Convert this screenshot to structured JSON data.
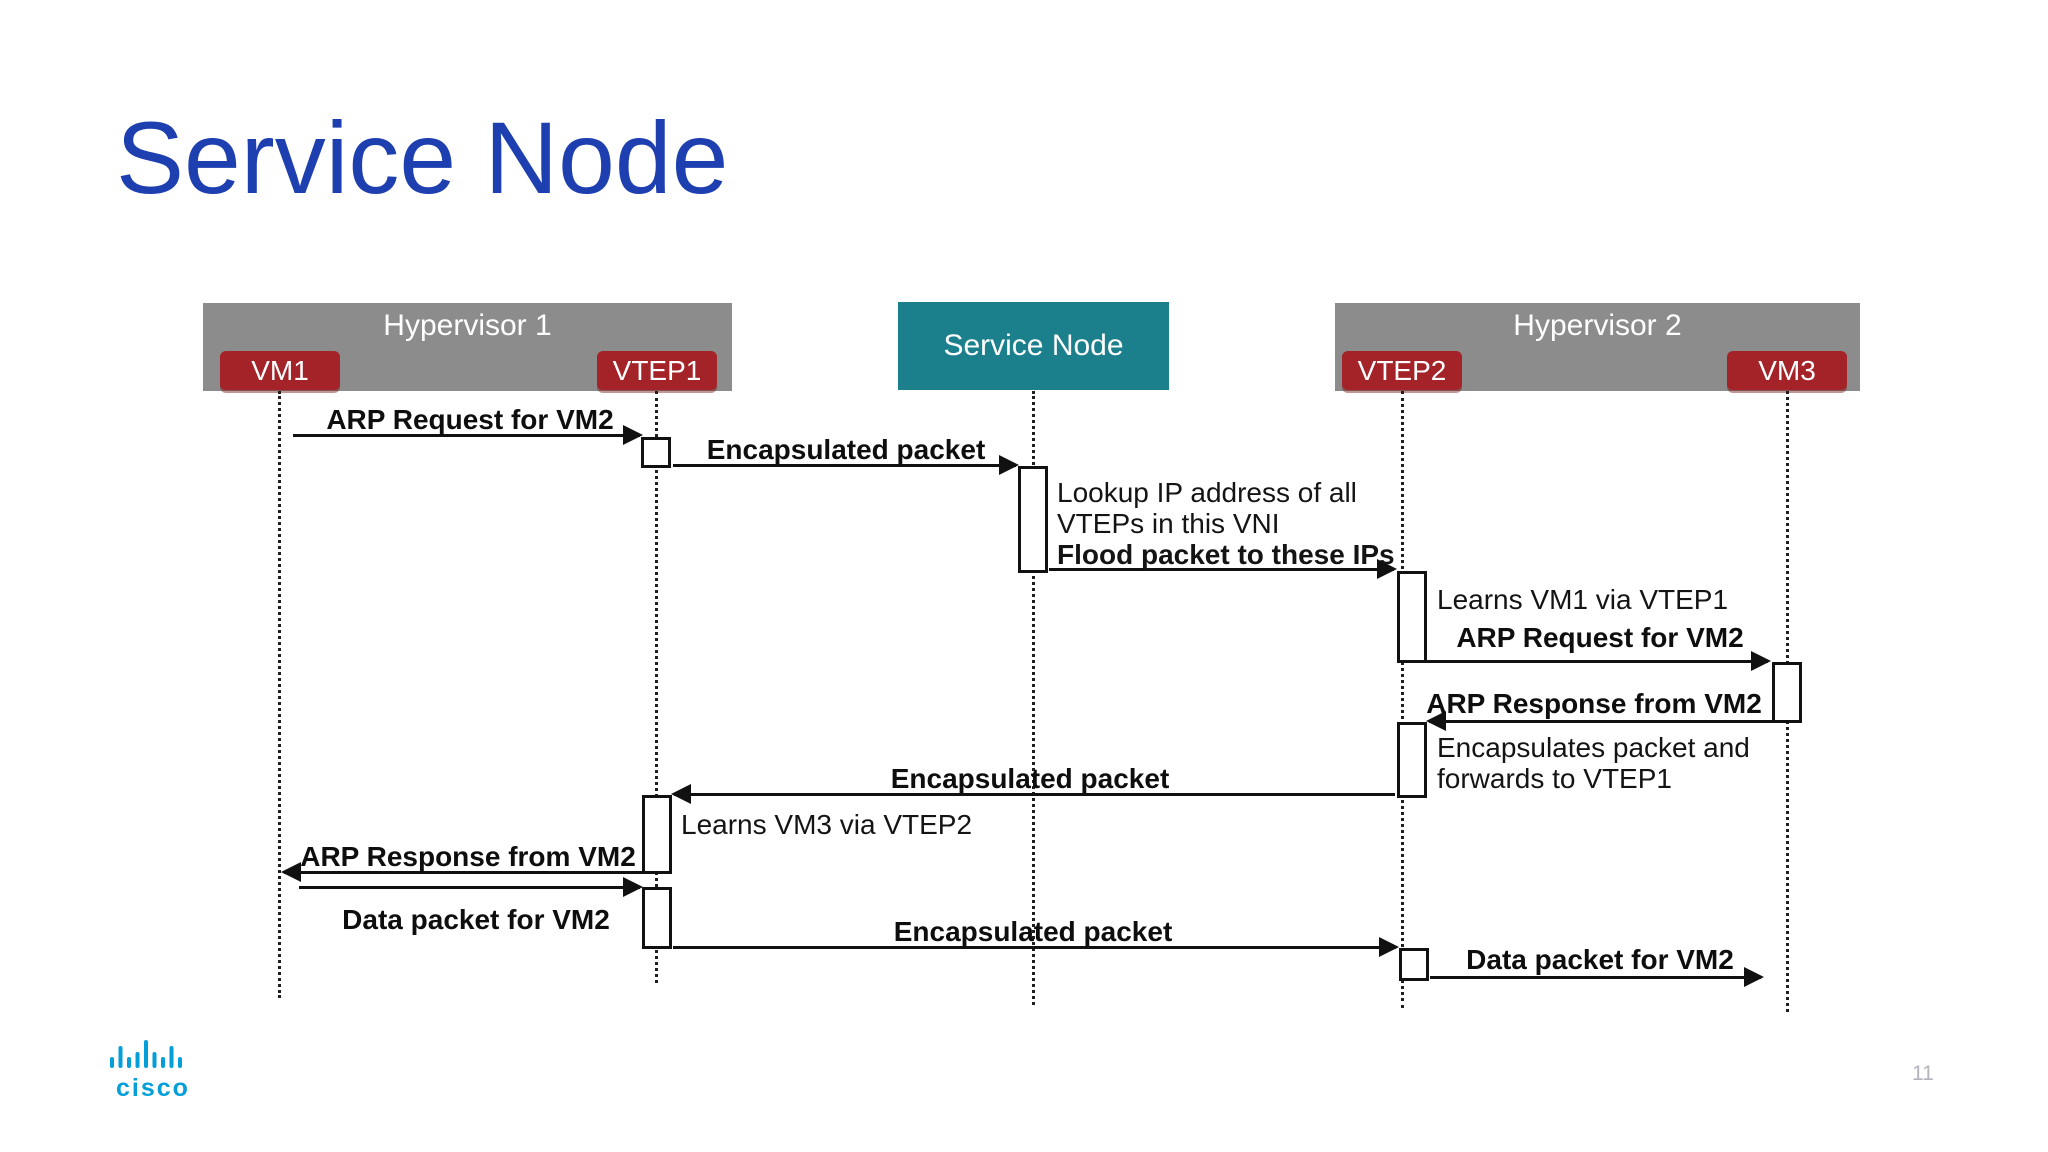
{
  "slide": {
    "title": "Service Node",
    "page_number": "11",
    "logo_text": "cisco"
  },
  "colors": {
    "title_blue": "#1e3faf",
    "hypervisor_gray": "#8c8c8c",
    "node_red": "#a32328",
    "service_teal": "#1b7f8c",
    "cisco_blue": "#049fd9",
    "line_black": "#111111"
  },
  "actors": {
    "hypervisor1": "Hypervisor 1",
    "vm1": "VM1",
    "vtep1": "VTEP1",
    "service_node": "Service Node",
    "hypervisor2": "Hypervisor 2",
    "vtep2": "VTEP2",
    "vm3": "VM3"
  },
  "messages": {
    "m1": {
      "from": "VM1",
      "to": "VTEP1",
      "label": "ARP Request for VM2"
    },
    "m2": {
      "from": "VTEP1",
      "to": "Service Node",
      "label": "Encapsulated packet"
    },
    "m3": {
      "from": "Service Node",
      "to": "VTEP2",
      "label": "Flood packet to these IPs"
    },
    "m4": {
      "from": "VTEP2",
      "to": "VM3",
      "label": "ARP Request for VM2"
    },
    "m5": {
      "from": "VM3",
      "to": "VTEP2",
      "label": "ARP Response from VM2"
    },
    "m6": {
      "from": "VTEP2",
      "to": "VTEP1",
      "label": "Encapsulated packet"
    },
    "m7": {
      "from": "VTEP1",
      "to": "VM1",
      "label": "ARP Response from VM2"
    },
    "m8": {
      "from": "VM1",
      "to": "VTEP1",
      "label": "Data packet for VM2"
    },
    "m9": {
      "from": "VTEP1",
      "to": "VTEP2",
      "label": "Encapsulated packet"
    },
    "m10": {
      "from": "VTEP2",
      "to": "VM3",
      "label": "Data packet for VM2"
    }
  },
  "annotations": {
    "lookup_line1": "Lookup IP address of all",
    "lookup_line2": "VTEPs in this VNI",
    "learns_vm1": "Learns VM1 via VTEP1",
    "encapsulates_line1": "Encapsulates packet and",
    "encapsulates_line2": "forwards to VTEP1",
    "learns_vm3": "Learns VM3 via VTEP2"
  }
}
